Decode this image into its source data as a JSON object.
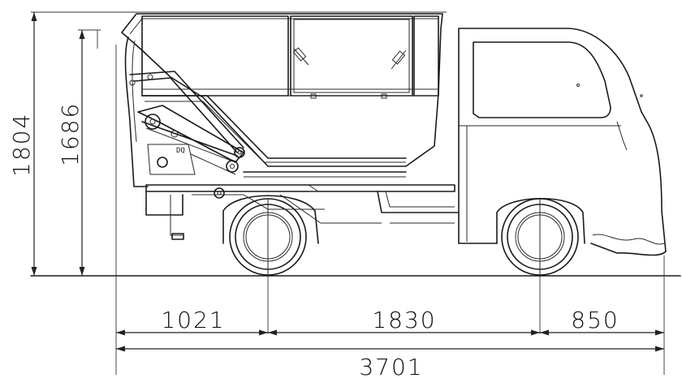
{
  "dimensions": {
    "total_height": "1804",
    "body_height": "1686",
    "rear_overhang": "1021",
    "wheelbase": "1830",
    "front_overhang": "850",
    "overall_length": "3701"
  },
  "drawing": {
    "part_mark": "DQ"
  }
}
